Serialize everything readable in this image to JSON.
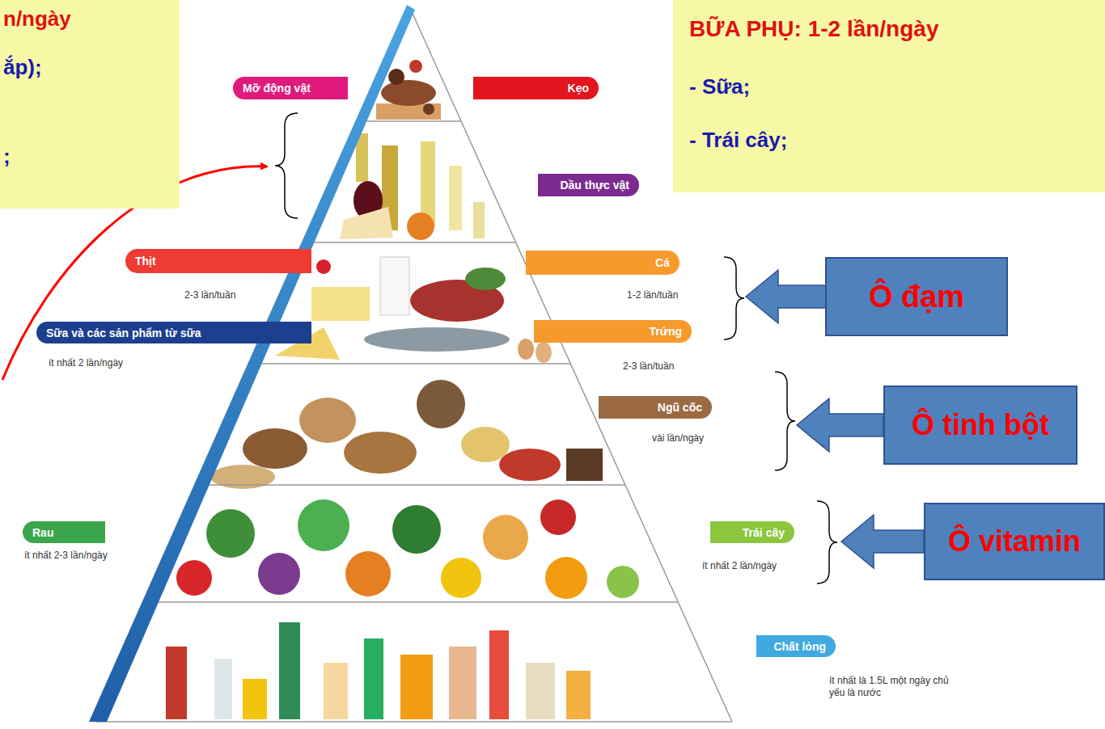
{
  "diagram": {
    "nodes": [
      {
        "text": [
          "n/ngày",
          "ắp);",
          ";"
        ]
      },
      {
        "text": [
          "BỮA PHỤ: 1-2 lần/ngày",
          "- Sữa;",
          "- Trái cây;"
        ]
      },
      {
        "text": [
          "Mỡ động vật"
        ]
      },
      {
        "text": [
          "Kẹo"
        ]
      },
      {
        "text": [
          "Dầu thực vật"
        ]
      },
      {
        "text": [
          "Thịt",
          "2-3 lần/tuần"
        ]
      },
      {
        "text": [
          "Cá",
          "1-2 lần/tuần"
        ]
      },
      {
        "text": [
          "Ô đạm"
        ]
      },
      {
        "text": [
          "Sữa và các sản phẩm từ sữa",
          "ít nhất 2 lần/ngày"
        ]
      },
      {
        "text": [
          "Trứng",
          "2-3 lần/tuần"
        ]
      },
      {
        "text": [
          "Ngũ cốc",
          "vài lần/ngày"
        ]
      },
      {
        "text": [
          "Ô tinh bột"
        ]
      },
      {
        "text": [
          "Rau",
          "ít nhất 2-3 lần/ngày"
        ]
      },
      {
        "text": [
          "Trái cây",
          "ít nhất 2 lần/ngày"
        ]
      },
      {
        "text": [
          "Ô vitamin"
        ]
      },
      {
        "text": [
          "Chất lỏng",
          "ít nhất là 1.5L một ngày chủ yếu là nước"
        ]
      }
    ]
  }
}
